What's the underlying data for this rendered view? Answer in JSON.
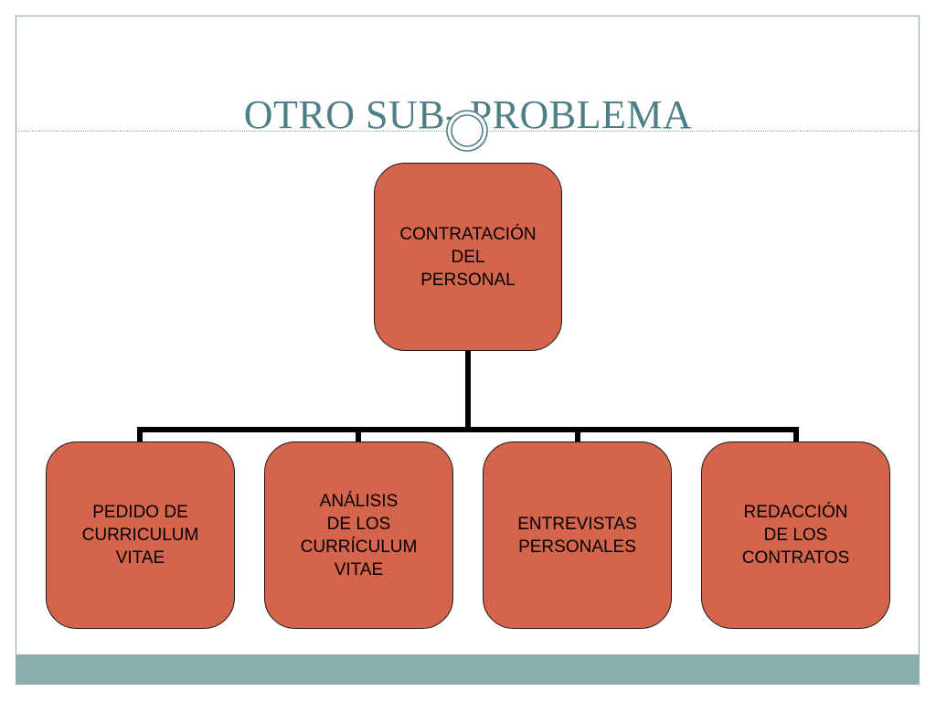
{
  "slide": {
    "title": "OTRO SUB- PROBLEMA",
    "colors": {
      "accent": "#4f7f86",
      "frame": "#8aa9a8",
      "band": "#8aaeac",
      "node_fill": "#d4644c",
      "node_border": "#1a1a1a"
    }
  },
  "diagram": {
    "root": {
      "label": "CONTRATACIÓN\nDEL\nPERSONAL"
    },
    "children": [
      {
        "label": "PEDIDO DE\nCURRICULUM\nVITAE"
      },
      {
        "label": "ANÁLISIS\nDE LOS\nCURRÍCULUM\nVITAE"
      },
      {
        "label": "ENTREVISTAS\nPERSONALES"
      },
      {
        "label": "REDACCIÓN\nDE LOS\nCONTRATOS"
      }
    ]
  }
}
